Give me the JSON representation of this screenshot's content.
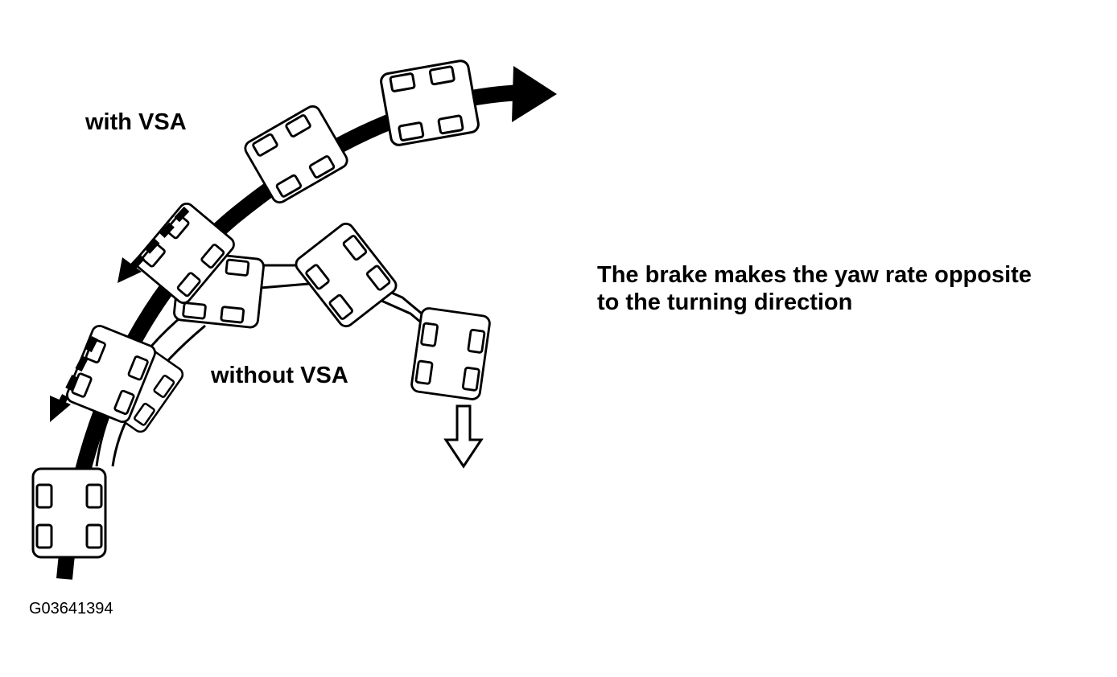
{
  "labels": {
    "with_vsa": "with VSA",
    "without_vsa": "without VSA",
    "caption_line1": "The brake makes the yaw rate opposite",
    "caption_line2": "to the turning direction",
    "figure_id": "G03641394"
  },
  "colors": {
    "ink": "#000000",
    "paper": "#ffffff"
  },
  "icons": {
    "car": "car-top-view-icon",
    "path_arrow": "filled-arrow-icon",
    "skid_arrow": "outline-arrow-icon",
    "brake_arrow": "dashed-arrow-icon"
  }
}
